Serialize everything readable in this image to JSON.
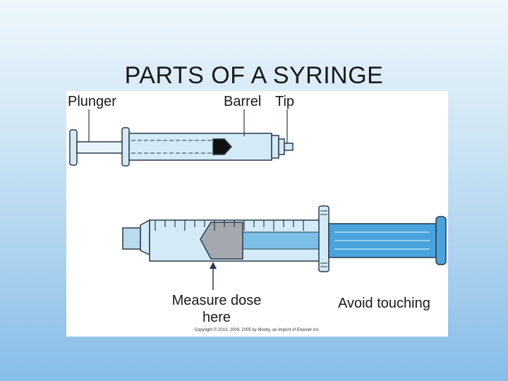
{
  "title": "PARTS OF A SYRINGE",
  "labels": {
    "plunger": "Plunger",
    "barrel": "Barrel",
    "tip": "Tip",
    "measure_line1": "Measure dose",
    "measure_line2": "here",
    "avoid": "Avoid touching"
  },
  "copyright": "Copyright © 2013, 2009, 2005 by Mosby, an imprint of Elsevier Inc.",
  "colors": {
    "barrel_fill": "#d4ebf7",
    "plunger_blue": "#4aa3dc",
    "outline": "#2a3a48"
  }
}
